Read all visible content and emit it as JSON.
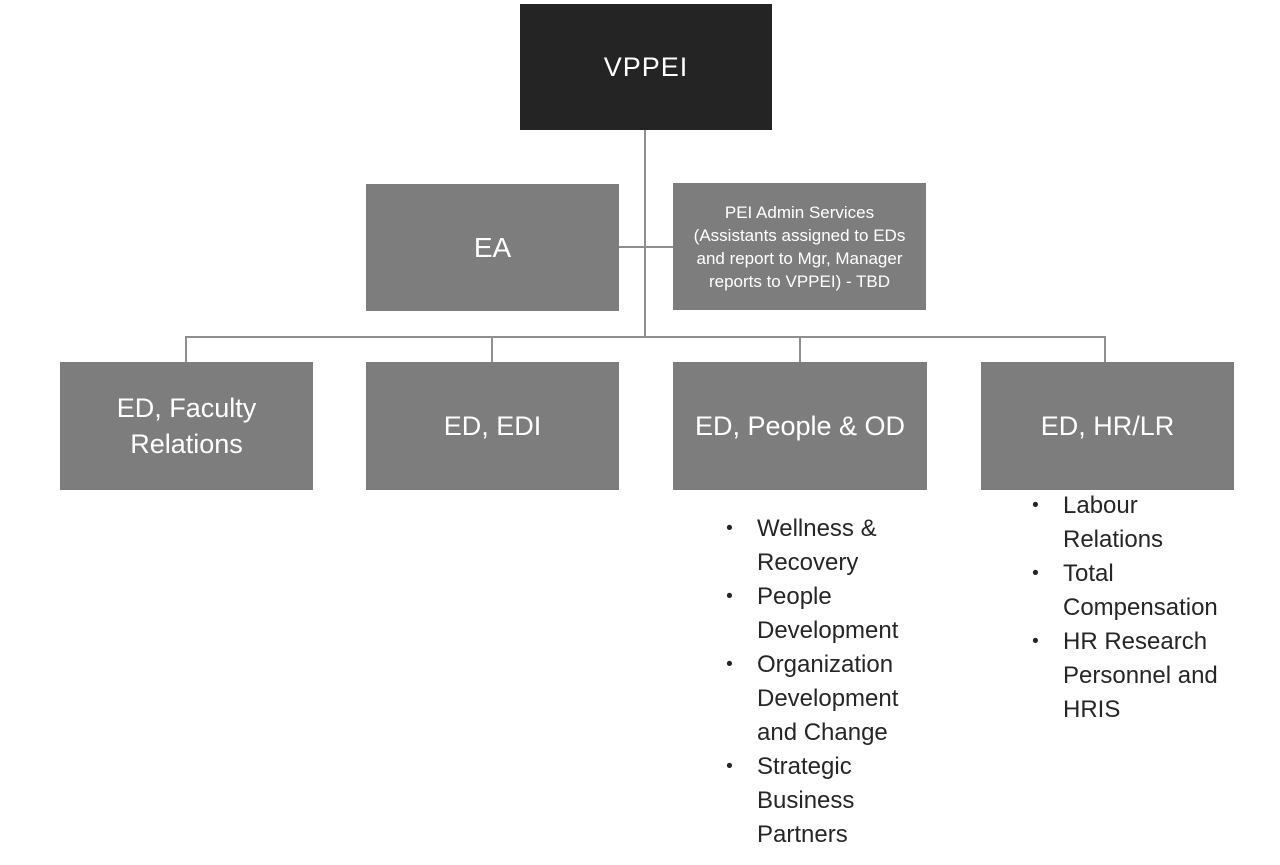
{
  "diagram": {
    "nodes": {
      "root": {
        "label": "VPPEI"
      },
      "ea": {
        "label": "EA"
      },
      "pei_admin": {
        "label": "PEI Admin Services (Assistants assigned to EDs and report to Mgr, Manager reports to VPPEI) - TBD"
      },
      "ed_faculty": {
        "label": "ED, Faculty Relations"
      },
      "ed_edi": {
        "label": "ED, EDI"
      },
      "ed_people_od": {
        "label": "ED, People & OD",
        "bullets": [
          "Wellness & Recovery",
          "People Development",
          "Organization Development and Change",
          "Strategic Business Partners"
        ]
      },
      "ed_hr_lr": {
        "label": "ED, HR/LR",
        "bullets": [
          "Labour Relations",
          "Total Compensation",
          "HR Research Personnel and HRIS"
        ]
      }
    },
    "colors": {
      "root_fill": "#242424",
      "node_fill": "#7d7d7d",
      "node_text": "#ffffff",
      "connector": "#8f8f8f",
      "bullet_text": "#262626",
      "canvas_bg": "#ffffff"
    }
  }
}
